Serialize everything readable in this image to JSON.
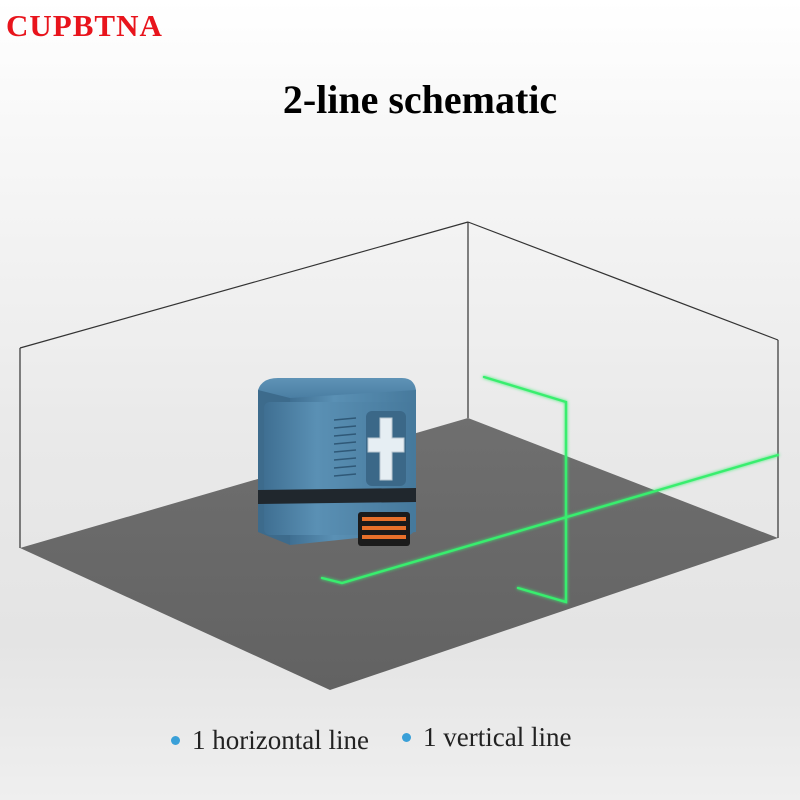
{
  "brand": {
    "text": "CUPBTNA",
    "color": "#e8141c"
  },
  "title": "2-line schematic",
  "legend": [
    {
      "text": "1 horizontal line"
    },
    {
      "text": "1 vertical line"
    }
  ],
  "colors": {
    "laser": "#39ee6e",
    "floor": "#6a6a6a",
    "device_body": "#4f84a6",
    "legend_dot": "#3aa0d8",
    "room_outline": "#333333"
  },
  "icons": [
    "cross-icon"
  ]
}
